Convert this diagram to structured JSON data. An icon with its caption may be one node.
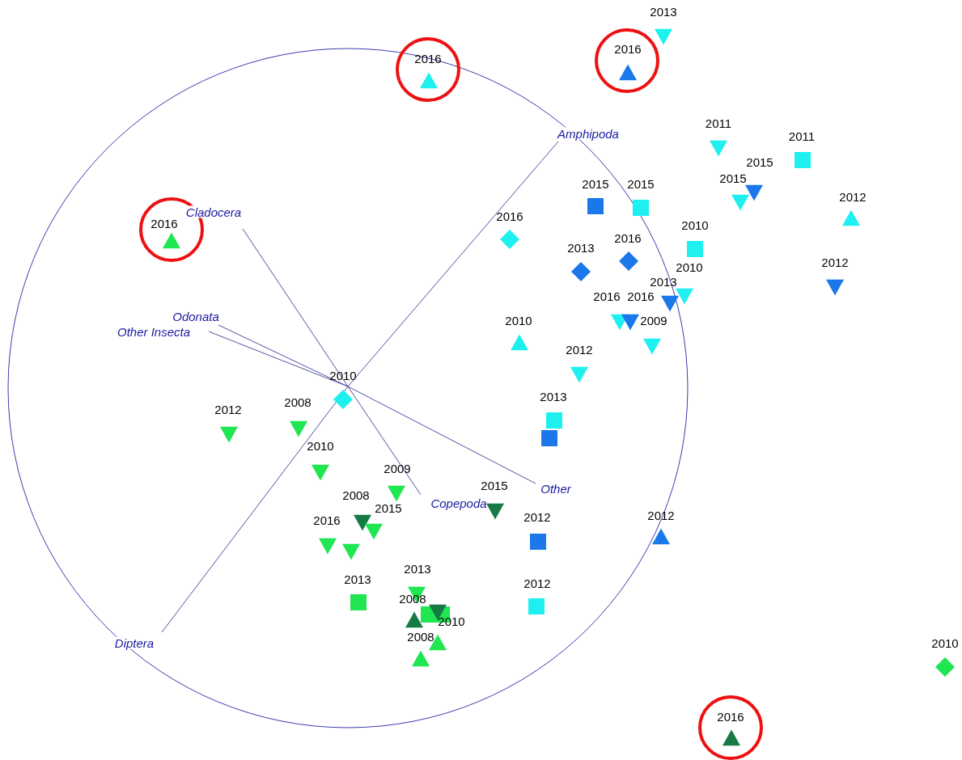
{
  "diagram": {
    "labels": [
      "2013",
      "2016",
      "2016",
      "Amphipoda",
      "2011",
      "2011",
      "2015",
      "2015",
      "2015",
      "2015",
      "2012",
      "Cladocera",
      "2016",
      "2016",
      "2016",
      "2010",
      "2013",
      "2012",
      "2010",
      "2013",
      "2016",
      "2016",
      "Odonata",
      "Other Insecta",
      "2010",
      "2009",
      "2012",
      "2010",
      "2013",
      "2008",
      "2012",
      "2010",
      "2009",
      "2015",
      "Other",
      "2008",
      "2015",
      "Copepoda",
      "2016",
      "2012",
      "2012",
      "2013",
      "2013",
      "2012",
      "2008",
      "2010",
      "2008",
      "Diptera",
      "2010",
      "2016"
    ]
  }
}
